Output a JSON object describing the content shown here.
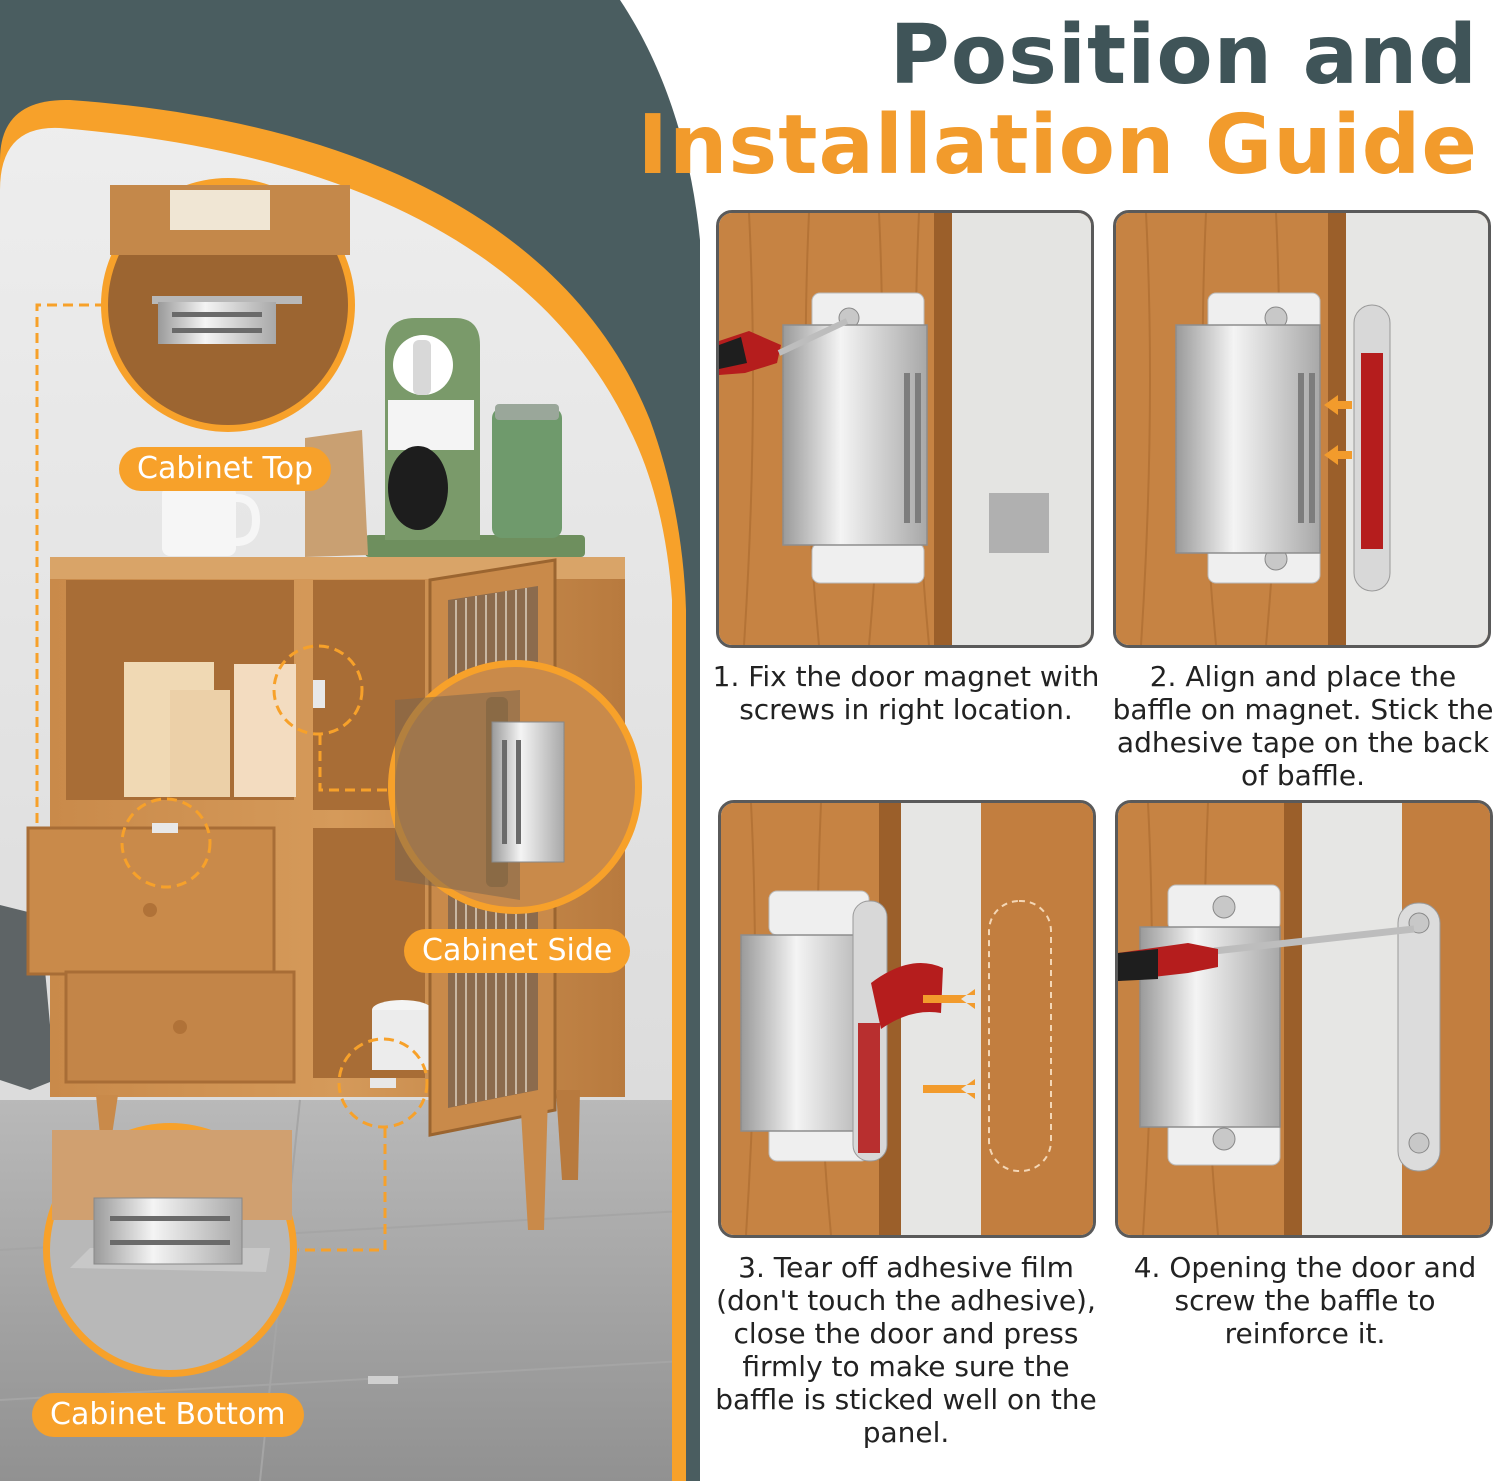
{
  "title": {
    "line1": "Position and",
    "line2": "Installation Guide"
  },
  "callouts": {
    "top": "Cabinet Top",
    "side": "Cabinet Side",
    "bottom": "Cabinet Bottom"
  },
  "steps": [
    {
      "caption": "1.  Fix the door magnet with screws in right location."
    },
    {
      "caption": "2. Align and place the baffle on magnet. Stick the adhesive tape on the back of baffle."
    },
    {
      "caption": "3. Tear off adhesive film (don't touch the adhesive), close the door and press firmly to make sure the baffle is sticked well on the panel."
    },
    {
      "caption": "4. Opening the door and screw the baffle to reinforce it."
    }
  ],
  "colors": {
    "accent_orange": "#f7a12a",
    "title_dark": "#3f5458",
    "arch_dark": "#4a5d60",
    "wood": "#c98a4a"
  }
}
